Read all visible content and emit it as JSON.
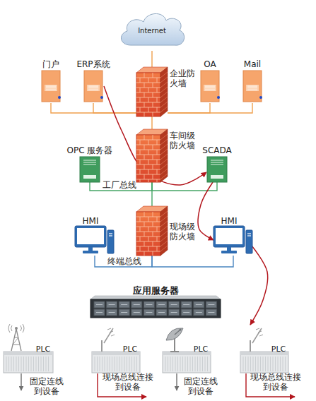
{
  "diagram": {
    "nodes": [
      {
        "text": [
          "Internet"
        ]
      },
      {
        "text": [
          "门户"
        ]
      },
      {
        "text": [
          "ERP系统"
        ]
      },
      {
        "text": [
          "企业防 火墙"
        ]
      },
      {
        "text": [
          "OA"
        ]
      },
      {
        "text": [
          "Mail"
        ]
      },
      {
        "text": [
          "OPC 服务器"
        ]
      },
      {
        "text": [
          "车间级 防火墙"
        ]
      },
      {
        "text": [
          "SCADA"
        ]
      },
      {
        "text": [
          "HMI"
        ]
      },
      {
        "text": [
          "现场级 防火墙"
        ]
      },
      {
        "text": [
          "HMI"
        ]
      },
      {
        "text": [
          "应用服务器"
        ]
      },
      {
        "text": [
          "PLC"
        ]
      },
      {
        "text": [
          "PLC"
        ]
      },
      {
        "text": [
          "PLC"
        ]
      },
      {
        "text": [
          "PLC"
        ]
      }
    ],
    "edges": [
      {
        "from": 0,
        "to": 3,
        "arrow": "none"
      },
      {
        "from": 3,
        "to": 1,
        "arrow": "none"
      },
      {
        "from": 3,
        "to": 2,
        "arrow": "none"
      },
      {
        "from": 3,
        "to": 4,
        "arrow": "none"
      },
      {
        "from": 3,
        "to": 5,
        "arrow": "none"
      },
      {
        "from": 3,
        "to": 7,
        "arrow": "none"
      },
      {
        "from": 7,
        "to": 6,
        "arrow": "none",
        "label": "工厂总线"
      },
      {
        "from": 7,
        "to": 8,
        "arrow": "none"
      },
      {
        "from": 7,
        "to": 10,
        "arrow": "none"
      },
      {
        "from": 10,
        "to": 9,
        "arrow": "none",
        "label": "终端总线"
      },
      {
        "from": 10,
        "to": 11,
        "arrow": "none"
      },
      {
        "from": 2,
        "to": 8,
        "arrow": "to"
      },
      {
        "from": 8,
        "to": 11,
        "arrow": "to"
      },
      {
        "from": 11,
        "to": 16,
        "arrow": "to"
      }
    ],
    "labels": [
      "固定连线 到设备",
      "现场总线连接 到设备",
      "固定连线 到设备",
      "现场总线连接 到设备"
    ]
  }
}
